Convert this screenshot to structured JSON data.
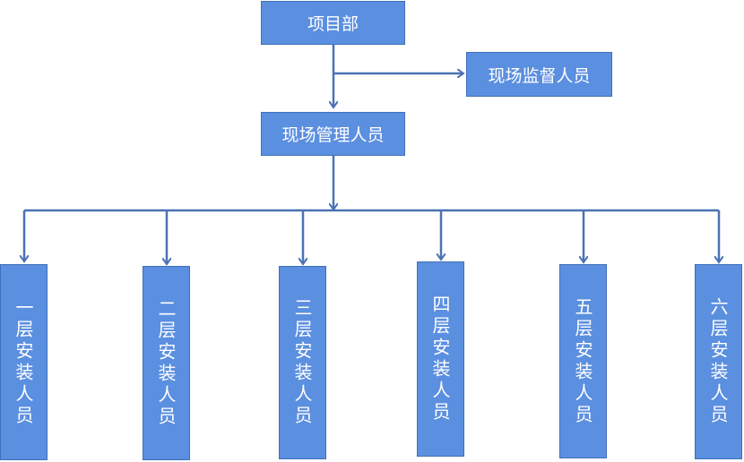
{
  "colors": {
    "box_fill": "#5b8fe0",
    "box_border": "#3f6fb8",
    "connector": "#4a72b4"
  },
  "nodes": {
    "dept": "项目部",
    "supervisor": "现场监督人员",
    "manager": "现场管理人员",
    "floors": [
      "一层安装人员",
      "二层安装人员",
      "三层安装人员",
      "四层安装人员",
      "五层安装人员",
      "六层安装人员"
    ]
  }
}
